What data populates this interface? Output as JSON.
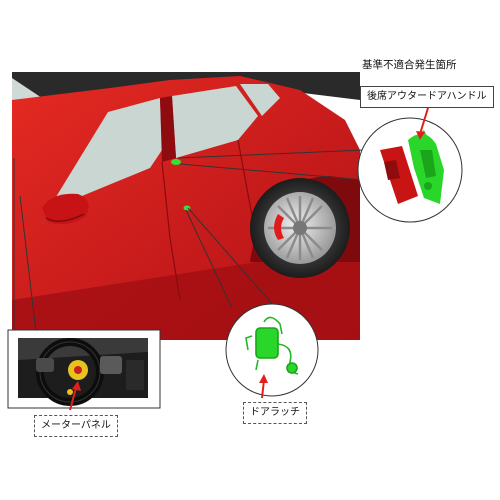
{
  "labels": {
    "defect_location_title": "基準不適合発生箇所",
    "rear_outer_handle": "後席アウタードアハンドル",
    "door_latch": "ドアラッチ",
    "meter_panel": "メーターパネル"
  },
  "colors": {
    "car_body": "#d81a1a",
    "car_shadow": "#a80f12",
    "glass": "#c9d6d2",
    "highlight_part": "#2bd62b",
    "leader_line": "#e0201c",
    "brake_caliper": "#e11b1b"
  },
  "icons": {
    "meter_panel_view": "instrument-cluster-icon",
    "door_latch_part": "door-latch-icon",
    "handle_part": "door-handle-icon",
    "wheel": "wheel-icon"
  }
}
